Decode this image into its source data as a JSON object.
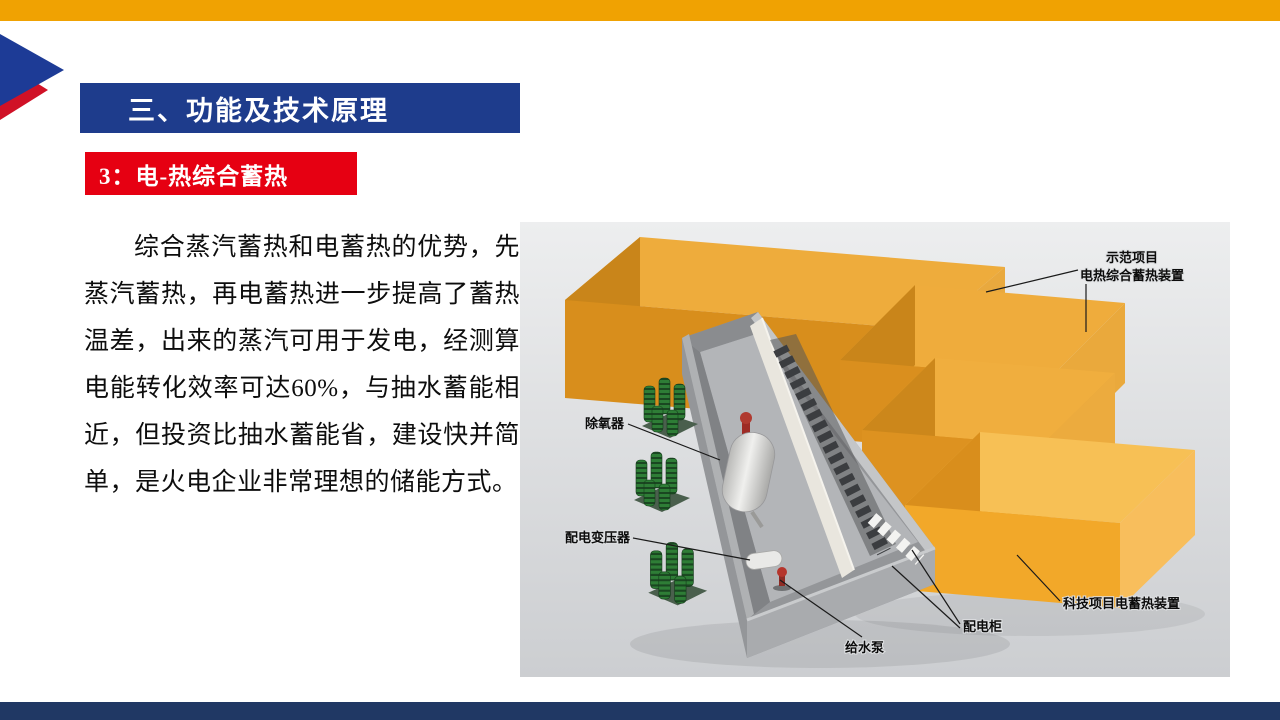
{
  "slide": {
    "section_title": "三、功能及技术原理",
    "topic_title": "3：电-热综合蓄热",
    "body_paragraph": "综合蒸汽蓄热和电蓄热的优势，先蒸汽蓄热，再电蓄热进一步提高了蓄热温差，出来的蒸汽可用于发电，经测算电能转化效率可达60%，与抽水蓄能相近，但投资比抽水蓄能省，建设快并简单，是火电企业非常理想的储能方式。"
  },
  "diagram": {
    "labels": {
      "demo_project_line1": "示范项目",
      "demo_project_line2": "电热综合蓄热装置",
      "deaerator": "除氧器",
      "distribution_transformer": "配电变压器",
      "feedwater_pump": "给水泵",
      "power_cabinet": "配电柜",
      "tech_project": "科技项目电蓄热装置"
    }
  },
  "colors": {
    "top_bar": "#F0A202",
    "bottom_bar": "#203864",
    "section_banner": "#1E3C8C",
    "topic_banner": "#E60012",
    "box_orange_front": "#E89F27",
    "box_orange_top": "#F2B445",
    "container_gray": "#9A9CA0",
    "equipment_green": "#2E7D36"
  }
}
